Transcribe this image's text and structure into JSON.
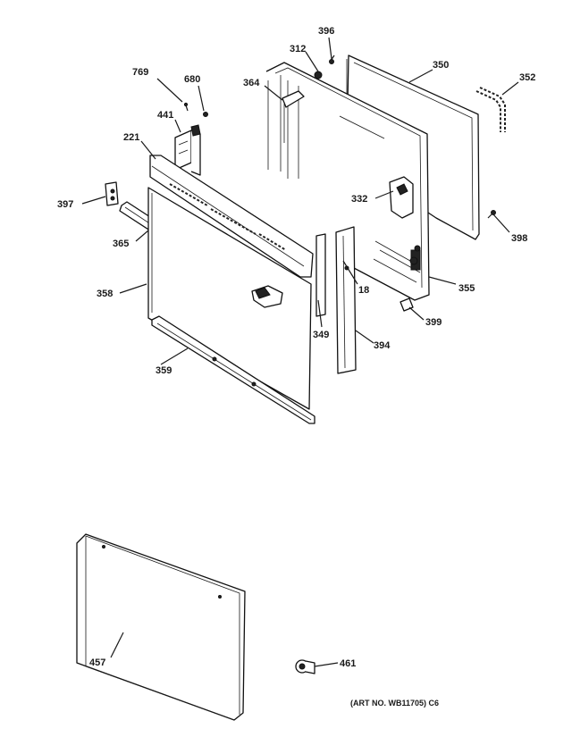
{
  "diagram": {
    "art_number": "(ART NO. WB11705) C6",
    "callouts": {
      "c396": "396",
      "c312": "312",
      "c350": "350",
      "c352": "352",
      "c769": "769",
      "c680": "680",
      "c364": "364",
      "c441": "441",
      "c221": "221",
      "c332": "332",
      "c397": "397",
      "c398": "398",
      "c365": "365",
      "c355": "355",
      "c18": "18",
      "c358": "358",
      "c399": "399",
      "c349": "349",
      "c394": "394",
      "c359": "359",
      "c457": "457",
      "c461": "461"
    }
  }
}
